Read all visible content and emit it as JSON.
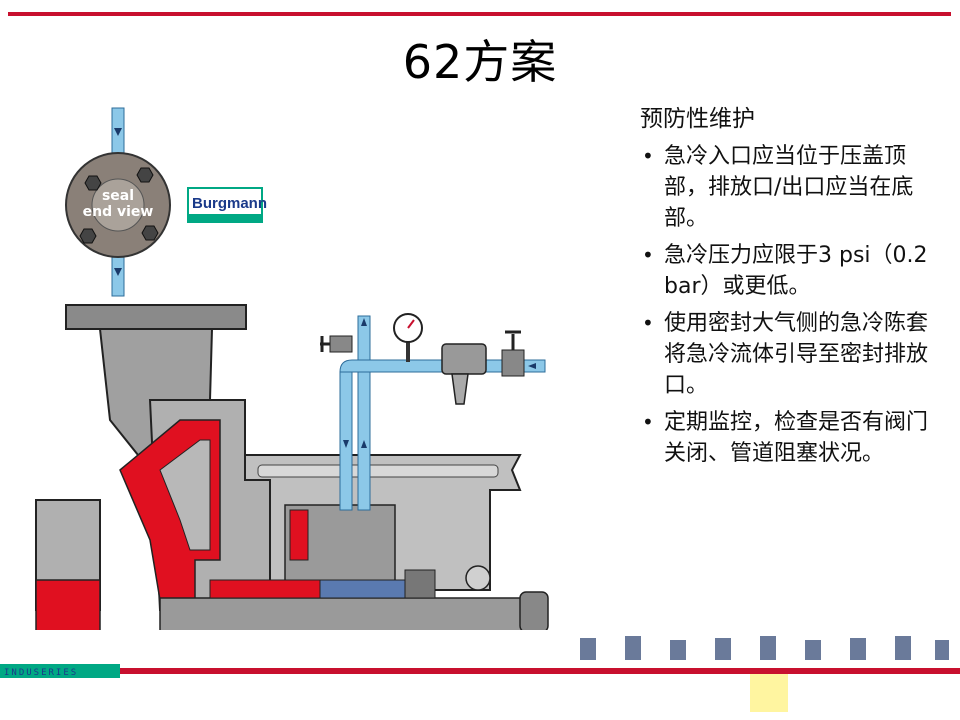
{
  "slide": {
    "title": "62方案"
  },
  "notes": {
    "heading": "预防性维护",
    "items": [
      "急冷入口应当位于压盖顶部，排放口/出口应当在底部。",
      "急冷压力应限于3 psi（0.2 bar）或更低。",
      "使用密封大气侧的急冷陈套将急冷流体引导至密封排放口。",
      "定期监控，检查是否有阀门关闭、管道阻塞状况。"
    ]
  },
  "diagram": {
    "seal_view_line1": "seal",
    "seal_view_line2": "end view",
    "brand": "Burgmann",
    "footer_band": "INDUSERIES"
  },
  "colors": {
    "accent_red": "#c8102e",
    "quench_blue": "#8cc8e8",
    "casing_gray": "#a8a8a8",
    "brand_green": "#00a884",
    "highlight_yellow": "#fff5a0"
  },
  "icons": [
    "pressure-gauge-icon",
    "valve-icon",
    "strainer-icon",
    "flow-arrow-icon"
  ]
}
